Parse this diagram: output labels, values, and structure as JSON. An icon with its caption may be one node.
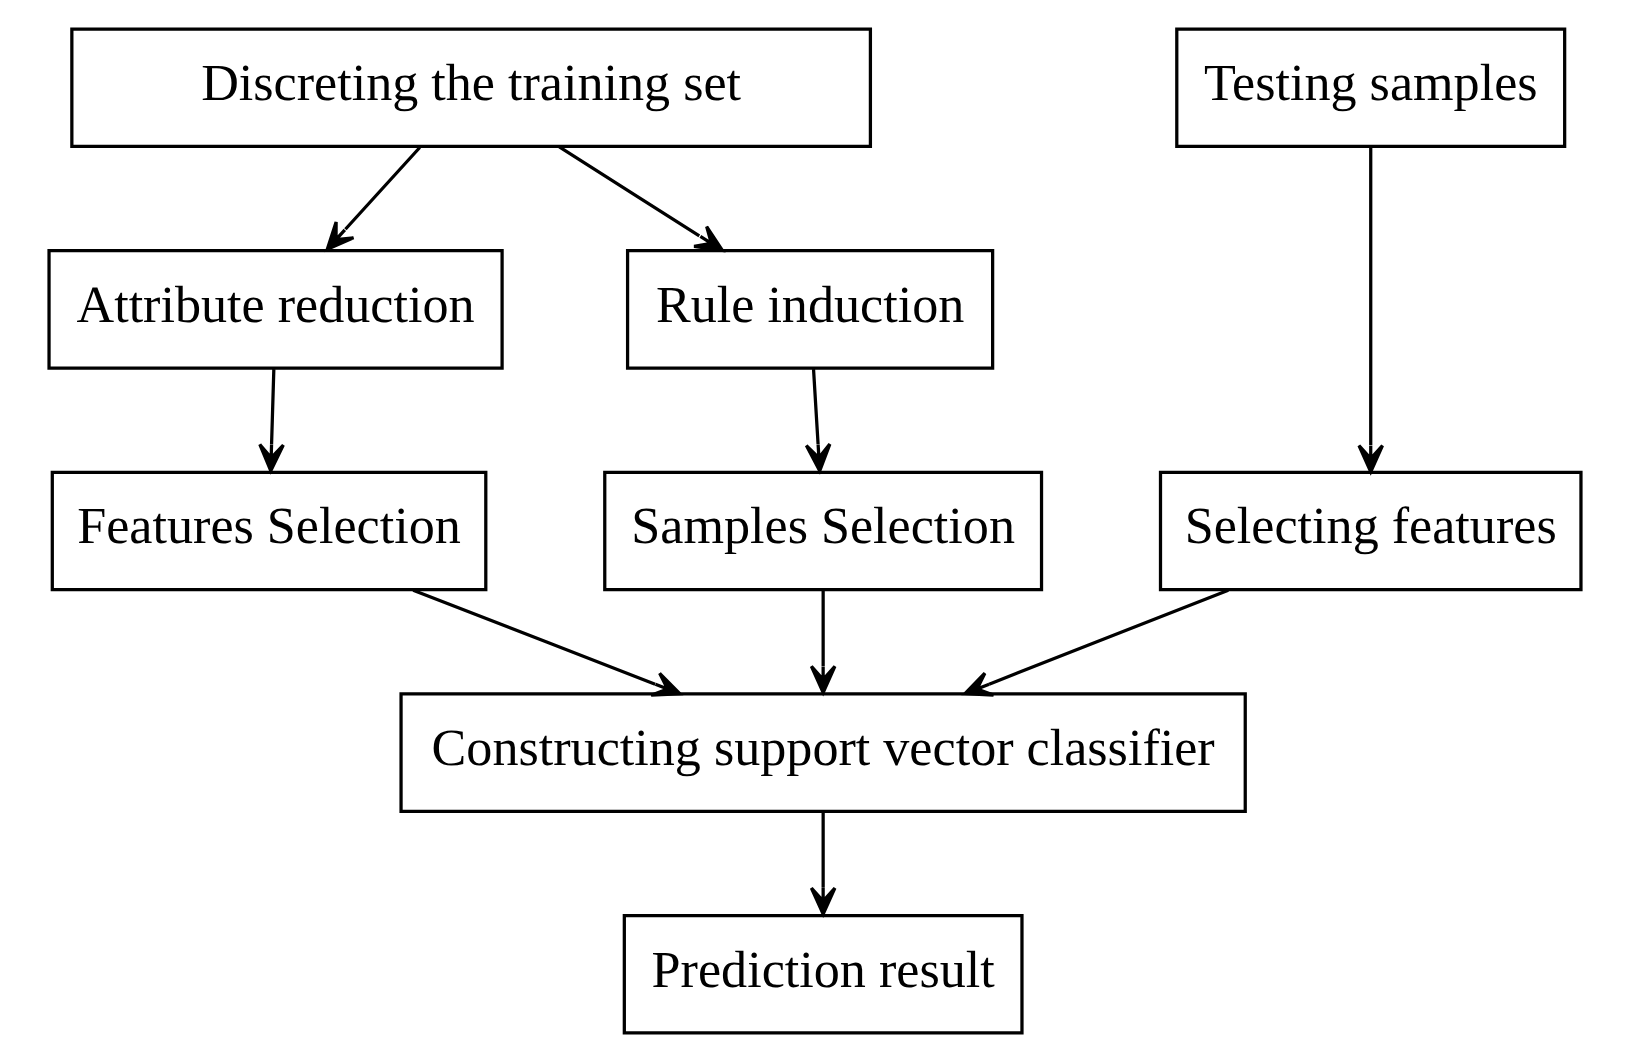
{
  "diagram": {
    "nodes": [
      {
        "text": [
          "Discreting the training set"
        ]
      },
      {
        "text": [
          "Testing samples"
        ]
      },
      {
        "text": [
          "Attribute reduction"
        ]
      },
      {
        "text": [
          "Rule induction"
        ]
      },
      {
        "text": [
          "Features Selection"
        ]
      },
      {
        "text": [
          "Samples Selection"
        ]
      },
      {
        "text": [
          "Selecting features"
        ]
      },
      {
        "text": [
          "Constructing support vector classifier"
        ]
      },
      {
        "text": [
          "Prediction result"
        ]
      }
    ],
    "edges": [
      {
        "from": 0,
        "to": 2,
        "arrow": "to"
      },
      {
        "from": 0,
        "to": 3,
        "arrow": "to"
      },
      {
        "from": 1,
        "to": 6,
        "arrow": "to"
      },
      {
        "from": 2,
        "to": 4,
        "arrow": "to"
      },
      {
        "from": 3,
        "to": 5,
        "arrow": "to"
      },
      {
        "from": 4,
        "to": 7,
        "arrow": "to"
      },
      {
        "from": 5,
        "to": 7,
        "arrow": "to"
      },
      {
        "from": 6,
        "to": 7,
        "arrow": "to"
      },
      {
        "from": 7,
        "to": 8,
        "arrow": "to"
      }
    ]
  }
}
